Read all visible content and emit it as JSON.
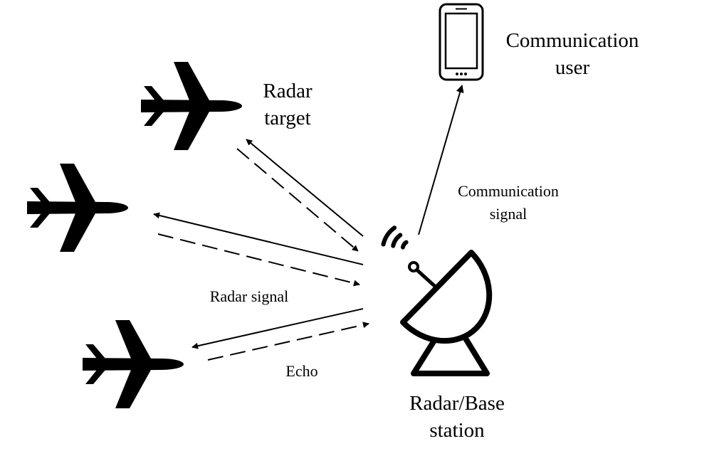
{
  "labels": {
    "communication_user": [
      "Communication",
      "user"
    ],
    "radar_target": [
      "Radar",
      "target"
    ],
    "communication_signal": [
      "Communication",
      "signal"
    ],
    "radar_signal": "Radar signal",
    "echo": "Echo",
    "radar_base_station": [
      "Radar/Base",
      "station"
    ]
  },
  "colors": {
    "ink": "#000000",
    "background": "#ffffff",
    "phone_screen": "#ffffff"
  },
  "icons": {
    "aircraft": "airplane-icon",
    "user_device": "smartphone-icon",
    "base_station": "radar-dish-icon",
    "signal_waves": "signal-waves-icon"
  }
}
